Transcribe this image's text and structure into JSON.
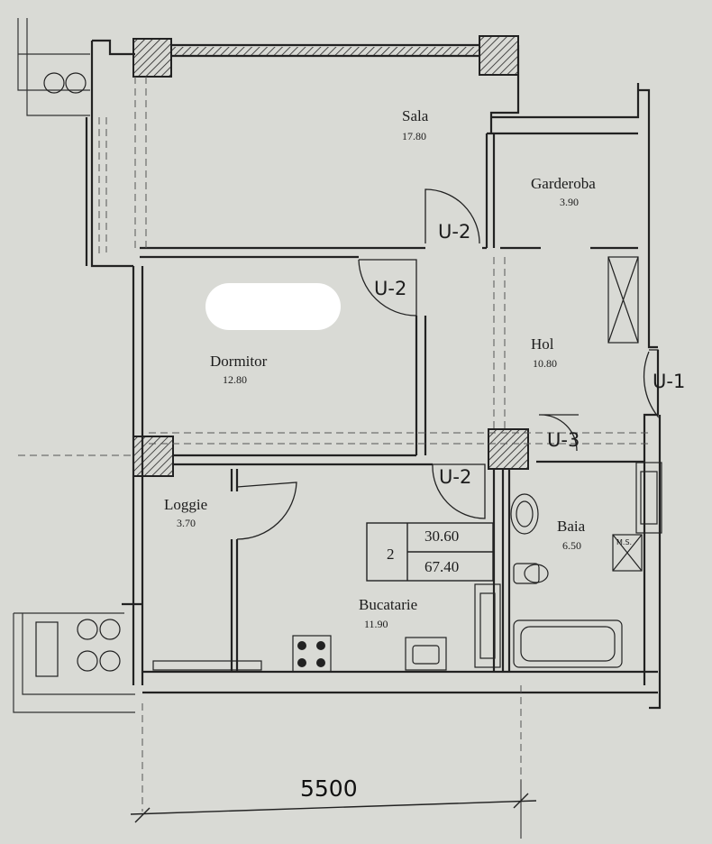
{
  "rooms": [
    {
      "id": "sala",
      "name": "Sala",
      "area": "17.80"
    },
    {
      "id": "garderoba",
      "name": "Garderoba",
      "area": "3.90"
    },
    {
      "id": "dormitor",
      "name": "Dormitor",
      "area": "12.80"
    },
    {
      "id": "hol",
      "name": "Hol",
      "area": "10.80"
    },
    {
      "id": "loggie",
      "name": "Loggie",
      "area": "3.70"
    },
    {
      "id": "bucatarie",
      "name": "Bucatarie",
      "area": "11.90"
    },
    {
      "id": "baia",
      "name": "Baia",
      "area": "6.50"
    }
  ],
  "doors": {
    "sala": "U-2",
    "dormitor": "U-2",
    "entrance": "U-1",
    "baia": "U-3",
    "bucatarie": "U-2"
  },
  "legend": {
    "rooms_count": "2",
    "living_area": "30.60",
    "total_area": "67.40"
  },
  "dimension": "5500",
  "ms_label": "M.S.",
  "colors": {
    "paper": "#d9dad5",
    "ink": "#222222",
    "redaction": "#ffffff"
  }
}
